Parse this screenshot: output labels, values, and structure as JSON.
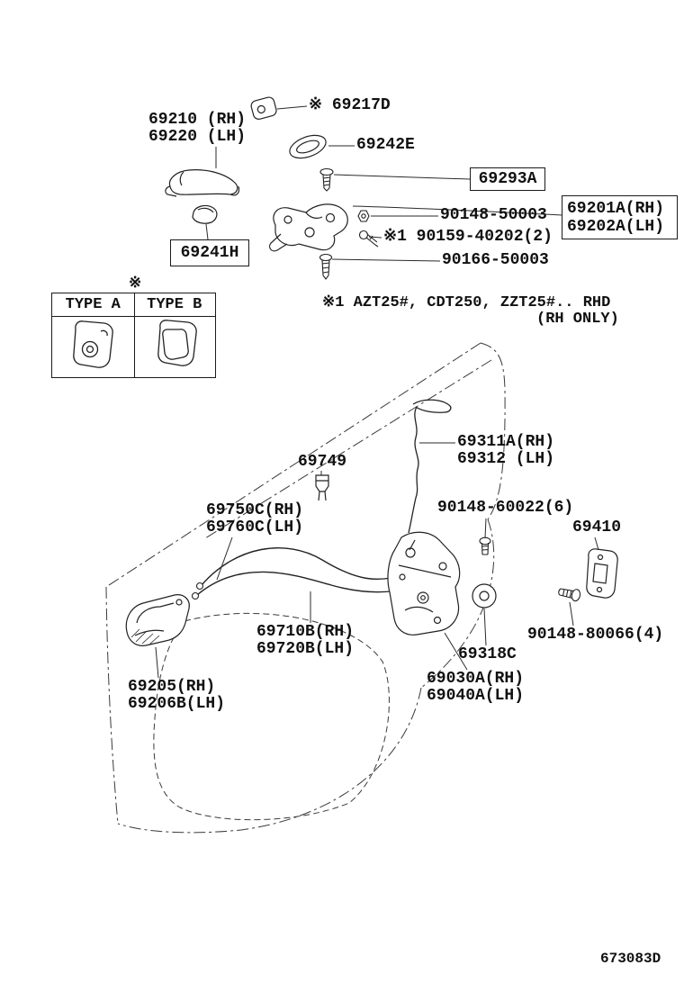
{
  "doc": {
    "number": "673083D"
  },
  "notes": {
    "table_marker": "※",
    "applicability_line1": "※1 AZT25#, CDT250, ZZT25#.. RHD",
    "applicability_line2": "(RH ONLY)"
  },
  "table": {
    "col_a": "TYPE A",
    "col_b": "TYPE B"
  },
  "parts": {
    "p69217d": "※ 69217D",
    "p69210": "69210 (RH)",
    "p69220": "69220 (LH)",
    "p69242e": "69242E",
    "p69293a": "69293A",
    "p90148_50003": "90148-50003",
    "p69201a": "69201A(RH)",
    "p69202a": "69202A(LH)",
    "p90159_40202": "※1 90159-40202(2)",
    "p90166_50003": "90166-50003",
    "p69241h": "69241H",
    "p69311a": "69311A(RH)",
    "p69312": "69312 (LH)",
    "p69749": "69749",
    "p69750c": "69750C(RH)",
    "p69760c": "69760C(LH)",
    "p90148_60022": "90148-60022(6)",
    "p69410": "69410",
    "p69710b": "69710B(RH)",
    "p69720b": "69720B(LH)",
    "p90148_80066": "90148-80066(4)",
    "p69318c": "69318C",
    "p69030a": "69030A(RH)",
    "p69040a": "69040A(LH)",
    "p69205": "69205(RH)",
    "p69206b": "69206B(LH)"
  }
}
